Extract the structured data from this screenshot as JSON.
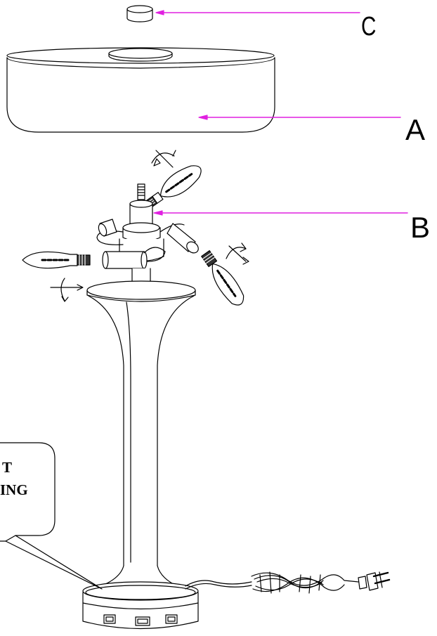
{
  "labels": {
    "a": "A",
    "b": "B",
    "c": "C"
  },
  "callout": {
    "line1": "T",
    "line2": "ING"
  },
  "colors": {
    "leader": "#e020e0",
    "ink": "#000000"
  }
}
